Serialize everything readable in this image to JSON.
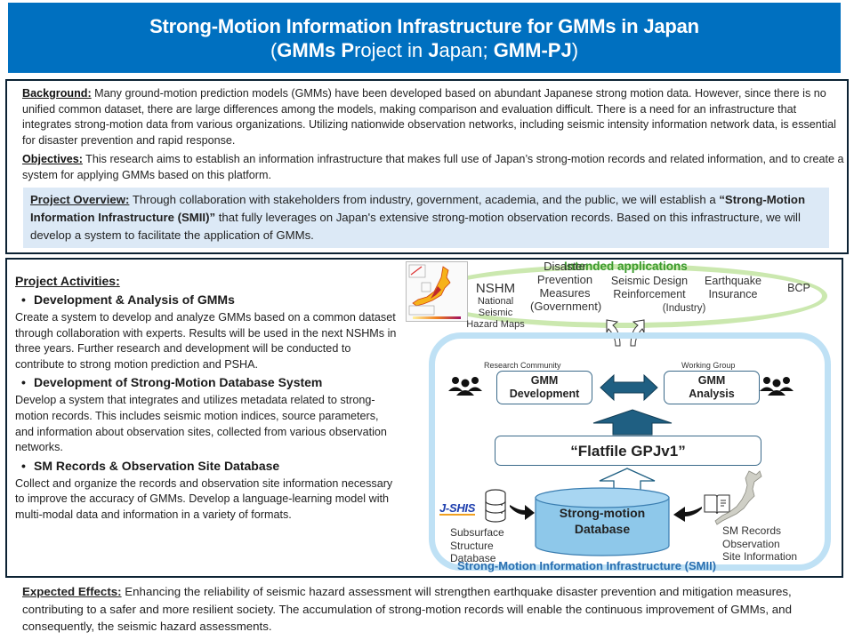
{
  "header": {
    "title_line1": "Strong-Motion Information Infrastructure for GMMs in Japan",
    "title_line2_parts": [
      "(",
      "GMMs",
      " ",
      "P",
      "roject in ",
      "J",
      "apan; ",
      "GMM-PJ",
      ")"
    ]
  },
  "intro": {
    "background_label": "Background:",
    "background_text": " Many ground-motion prediction models (GMMs) have been developed based on abundant Japanese strong motion data. However, since there is no unified common dataset, there are large differences among the models, making comparison and evaluation difficult. There is a need for an infrastructure that integrates strong-motion data from various organizations. Utilizing nationwide observation networks, including seismic intensity information network data, is essential for disaster prevention and rapid response.",
    "objectives_label": "Objectives:",
    "objectives_text": " This research aims to establish an information infrastructure that makes full use of Japan’s strong-motion records and related information, and to create a system for applying GMMs based on this platform.",
    "overview_label": "Project Overview:",
    "overview_text_1": "  Through collaboration with stakeholders from industry, government, academia, and the public, we will establish a ",
    "overview_bold": "“Strong-Motion Information Infrastructure (SMII)”",
    "overview_text_2": " that fully leverages on Japan's extensive strong-motion observation records. Based on this infrastructure, we will develop a system to facilitate the application of GMMs."
  },
  "activities": {
    "title": "Project Activities:",
    "items": [
      {
        "heading": "Development & Analysis of GMMs",
        "text": "Create a system to develop and analyze GMMs based on a common dataset through collaboration with experts. Results will be used in the next NSHMs in three years. Further research and development will be conducted to contribute to strong motion prediction and PSHA."
      },
      {
        "heading": "Development of Strong-Motion Database System",
        "text": "Develop a system that integrates and utilizes metadata related to strong-motion records. This includes seismic motion indices, source parameters, and information about observation sites, collected from various observation networks."
      },
      {
        "heading": "SM Records & Observation Site Database",
        "text": "Collect and organize the records and observation site information necessary to improve the accuracy of GMMs. Develop a language-learning model with multi-modal data and information in a variety of formats."
      }
    ],
    "bullet": "•"
  },
  "diagram": {
    "applications_title": "Intended applications",
    "nshm_title": "NSHM",
    "nshm_sub1": "National Seismic",
    "nshm_sub2": "Hazard Maps",
    "disaster_lines": [
      "Disaster",
      "Prevention",
      "Measures",
      "(Government)"
    ],
    "seismic_design_lines": [
      "Seismic Design",
      "Reinforcement"
    ],
    "insurance_lines": [
      "Earthquake",
      "Insurance"
    ],
    "industry": "(Industry)",
    "bcp": "BCP",
    "research_community": "Research Community",
    "working_group": "Working Group",
    "gmm_dev_lines": [
      "GMM",
      "Development"
    ],
    "gmm_analysis_lines": [
      "GMM",
      "Analysis"
    ],
    "flatfile": "“Flatfile GPJv1”",
    "db_lines": [
      "Strong-motion",
      "Database"
    ],
    "jshis_logo": "J-SHIS",
    "subsurface_lines": [
      "Subsurface",
      "Structure",
      "Database"
    ],
    "sm_records_lines": [
      "SM Records",
      "Observation",
      "Site Information"
    ],
    "smii_label": "Strong-Motion Information Infrastructure (SMII)",
    "icons": {
      "people": "people-group-icon",
      "database": "database-stack-icon",
      "book": "open-book-icon",
      "japan_map": "japan-map-icon",
      "hazard_map": "hazard-map-thumbnail"
    },
    "colors": {
      "arrow_fill": "#1f5f82",
      "db_fill": "#8ec8ea",
      "smii_frame": "#bfe1f5",
      "apps_ellipse": "#c5e6a6",
      "apps_title": "#3a9a2c"
    }
  },
  "effects": {
    "label": "Expected Effects:",
    "text": "  Enhancing the reliability of seismic hazard assessment will strengthen earthquake disaster prevention and mitigation measures, contributing to a safer and more resilient society. The accumulation of strong-motion records will enable the continuous improvement of GMMs, and consequently, the seismic hazard assessments."
  },
  "theme": {
    "title_bg": "#0070c0",
    "frame_border": "#0c2233",
    "overview_bg": "#dce9f6"
  }
}
